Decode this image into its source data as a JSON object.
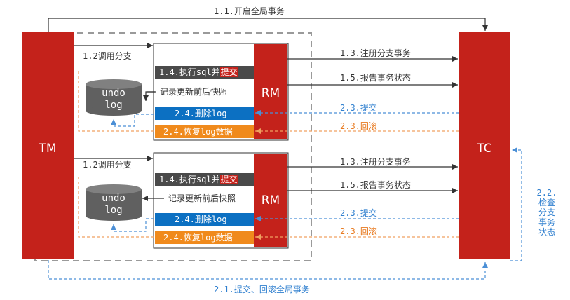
{
  "colors": {
    "actor_red": "#c4221b",
    "blue_bar": "#0c70c2",
    "orange_bar": "#f08a1c",
    "dark_bar": "#4a4a4a",
    "db_gray": "#606060",
    "blue_line": "#4b8fd6",
    "orange_line": "#f0a060"
  },
  "actors": {
    "tm": "TM",
    "tc": "TC",
    "rm": "RM"
  },
  "db": {
    "line1": "undo",
    "line2": "log"
  },
  "labels": {
    "global_tx": "1.1.开启全局事务",
    "call_branch": "1.2调用分支",
    "exec_sql": "1.4.执行sql并",
    "exec_commit": "提交",
    "record_snapshot": "记录更新前后快照",
    "delete_log": "2.4.删除log",
    "restore_log": "2.4.恢复log数据",
    "register_branch": "1.3.注册分支事务",
    "report_status": "1.5.报告事务状态",
    "commit": "2.3.提交",
    "rollback": "2.3.回滚",
    "check_branch_status": "2.2.\n检查\n分支\n事务\n状态",
    "commit_or_rollback_global": "2.1.提交、回滚全局事务"
  }
}
